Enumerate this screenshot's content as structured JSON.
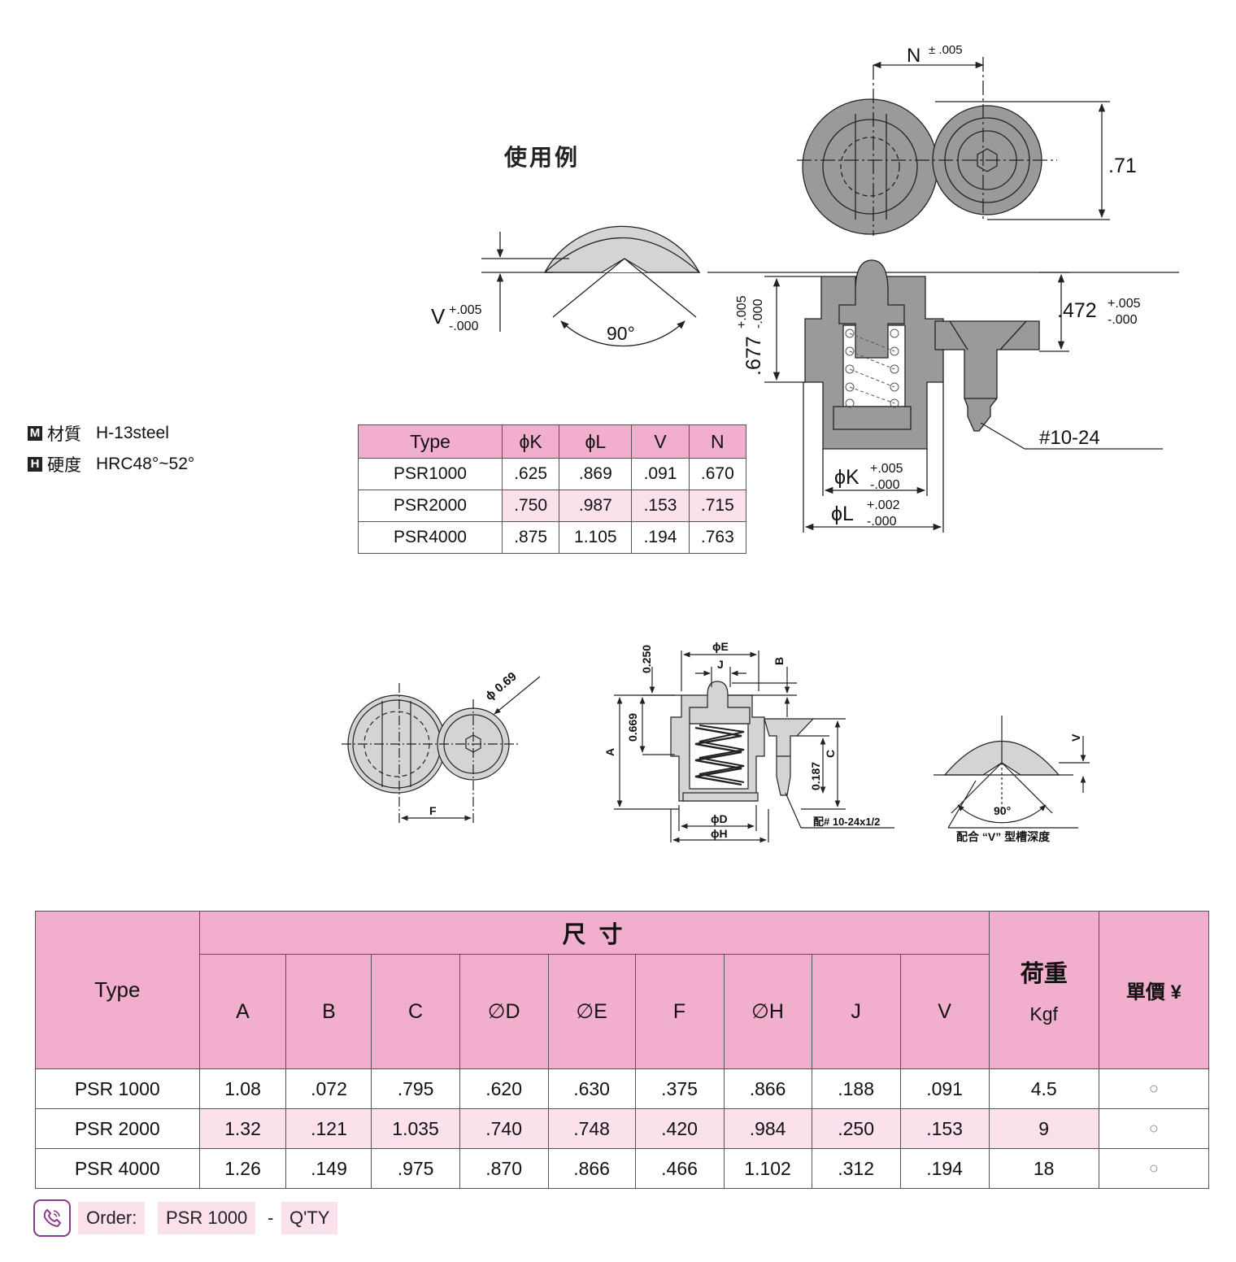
{
  "usage_title": "使用例",
  "materials": [
    {
      "box": "M",
      "label": "材質",
      "value": "H-13steel"
    },
    {
      "box": "H",
      "label": "硬度",
      "value": "HRC48°~52°"
    }
  ],
  "dims_top": {
    "n": "N",
    "n_tol": "± .005",
    "h71": ".71",
    "v": "V",
    "v_tol_plus": "+.005",
    "v_tol_minus": "-.000",
    "angle": "90°",
    "d677": ".677",
    "d677_tol_plus": "+.005",
    "d677_tol_minus": "-.000",
    "d472": ".472",
    "d472_tol_plus": "+.005",
    "d472_tol_minus": "-.000",
    "thread": "#10-24",
    "k": "ϕK",
    "k_tol_plus": "+.005",
    "k_tol_minus": "-.000",
    "l": "ϕL",
    "l_tol_plus": "+.002",
    "l_tol_minus": "-.000"
  },
  "small_table": {
    "headers": [
      "Type",
      "ϕK",
      "ϕL",
      "V",
      "N"
    ],
    "rows": [
      [
        "PSR1000",
        ".625",
        ".869",
        ".091",
        ".670"
      ],
      [
        "PSR2000",
        ".750",
        ".987",
        ".153",
        ".715"
      ],
      [
        "PSR4000",
        ".875",
        "1.105",
        ".194",
        ".763"
      ]
    ]
  },
  "dims_bottom": {
    "phi069": "ϕ 0.69",
    "f": "F",
    "d0250": "0.250",
    "e": "ϕE",
    "j": "J",
    "b": "B",
    "a": "A",
    "d0669": "0.669",
    "c": "C",
    "d0187": "0.187",
    "d": "ϕD",
    "h": "ϕH",
    "screw": "配# 10-24x1/2",
    "v": "V",
    "angle": "90°",
    "v_caption": "配合 “V” 型槽深度"
  },
  "main_table": {
    "type_header": "Type",
    "group_header": "尺 寸",
    "dim_headers": [
      "A",
      "B",
      "C",
      "∅D",
      "∅E",
      "F",
      "∅H",
      "J",
      "V"
    ],
    "load_header": "荷重",
    "load_unit": "Kgf",
    "price_header": "單價 ¥",
    "rows": [
      {
        "type": "PSR 1000",
        "values": [
          "1.08",
          ".072",
          ".795",
          ".620",
          ".630",
          ".375",
          ".866",
          ".188",
          ".091"
        ],
        "load": "4.5",
        "price": "○"
      },
      {
        "type": "PSR 2000",
        "values": [
          "1.32",
          ".121",
          "1.035",
          ".740",
          ".748",
          ".420",
          ".984",
          ".250",
          ".153"
        ],
        "load": "9",
        "price": "○"
      },
      {
        "type": "PSR 4000",
        "values": [
          "1.26",
          ".149",
          ".975",
          ".870",
          ".866",
          ".466",
          "1.102",
          ".312",
          ".194"
        ],
        "load": "18",
        "price": "○"
      }
    ]
  },
  "order": {
    "label": "Order:",
    "model": "PSR 1000",
    "sep": "-",
    "qty": "Q'TY"
  }
}
